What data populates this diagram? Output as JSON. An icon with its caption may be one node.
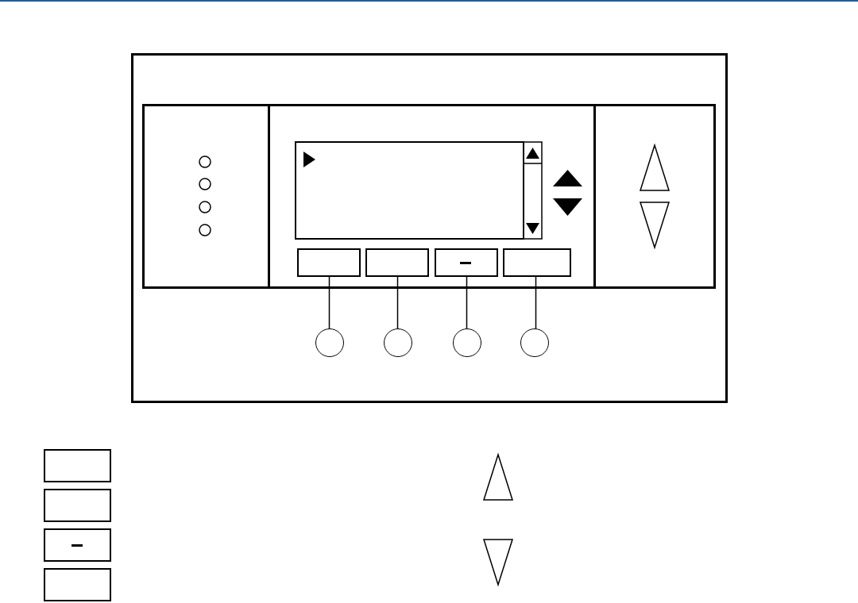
{
  "diagram": {
    "nodes": [
      {
        "text": [],
        "shape": "box"
      },
      {
        "text": [],
        "shape": "box"
      },
      {
        "text": [],
        "shape": "box"
      },
      {
        "text": [],
        "shape": "box"
      },
      {
        "text": [],
        "shape": "circle"
      },
      {
        "text": [],
        "shape": "circle"
      },
      {
        "text": [],
        "shape": "circle"
      },
      {
        "text": [],
        "shape": "circle"
      },
      {
        "text": [],
        "shape": "box"
      },
      {
        "text": [],
        "shape": "box"
      },
      {
        "text": [],
        "shape": "box"
      },
      {
        "text": [],
        "shape": "box"
      }
    ],
    "edges": [
      {
        "from": 4,
        "to": 0,
        "arrow": "none"
      },
      {
        "from": 5,
        "to": 1,
        "arrow": "none"
      },
      {
        "from": 6,
        "to": 2,
        "arrow": "none"
      },
      {
        "from": 7,
        "to": 3,
        "arrow": "none"
      }
    ]
  }
}
